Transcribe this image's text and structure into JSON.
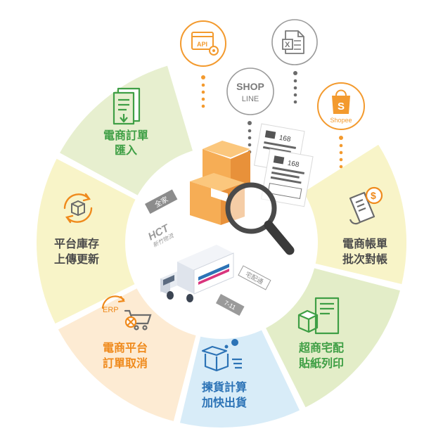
{
  "segments": [
    {
      "line1": "電商訂單",
      "line2": "匯入",
      "color": "#e7efcf",
      "text_color": "#3f9f45",
      "icon": "document-import-icon"
    },
    {
      "line1": "平台庫存",
      "line2": "上傳更新",
      "color": "#f8f4c8",
      "text_color": "#4b4b4b",
      "icon": "box-sync-icon"
    },
    {
      "line1": "電商平台",
      "line2": "訂單取消",
      "color": "#fdebd3",
      "text_color": "#ef8a1c",
      "icon": "erp-cart-cancel-icon"
    },
    {
      "line1": "揀貨計算",
      "line2": "加快出貨",
      "color": "#d8ecf8",
      "text_color": "#2c73b6",
      "icon": "fast-box-icon"
    },
    {
      "line1": "超商宅配",
      "line2": "貼紙列印",
      "color": "#e3edc8",
      "text_color": "#3f9f45",
      "icon": "box-label-icon"
    },
    {
      "line1": "電商帳單",
      "line2": "批次對帳",
      "color": "#f8f4c8",
      "text_color": "#4b4b4b",
      "icon": "bill-dollar-icon"
    }
  ],
  "top_icons": {
    "api": "API",
    "shopline_1": "SHOP",
    "shopline_2": "LINE",
    "excel": "X",
    "shopee": "Shopee",
    "shopee_letter": "S"
  },
  "center": {
    "label_168_a": "168",
    "label_168_b": "168",
    "tag_familymart": "全家",
    "tag_hct_1": "HCT",
    "tag_hct_2": "新竹物流",
    "tag_takkyubin": "宅配通",
    "tag_711": "7-11"
  },
  "colors": {
    "orange": "#f39a2e",
    "gray_icon": "#8a8a8a",
    "green_icon": "#3f9f45",
    "blue_icon": "#2c73b6",
    "box": "#f6ad55",
    "box_dark": "#e8913a"
  }
}
